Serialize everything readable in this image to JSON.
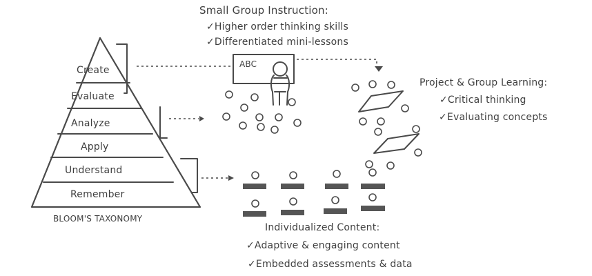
{
  "small_group": {
    "title": "Small Group Instruction:",
    "bullets": [
      "✓Higher order thinking skills",
      "✓Differentiated mini-lessons"
    ],
    "board_text": "ABC"
  },
  "project_group": {
    "title": "Project & Group Learning:",
    "bullets": [
      "✓Critical thinking",
      "✓Evaluating concepts"
    ]
  },
  "individualized": {
    "title": "Individualized Content:",
    "bullets": [
      "✓Adaptive & engaging content",
      "✓Embedded assessments & data"
    ]
  },
  "pyramid": {
    "levels": [
      "Create",
      "Evaluate",
      "Analyze",
      "Apply",
      "Understand",
      "Remember"
    ],
    "caption": "BLOOM'S TAXONOMY"
  },
  "colors": {
    "ink": "#3f3f3f",
    "background": "#ffffff"
  }
}
